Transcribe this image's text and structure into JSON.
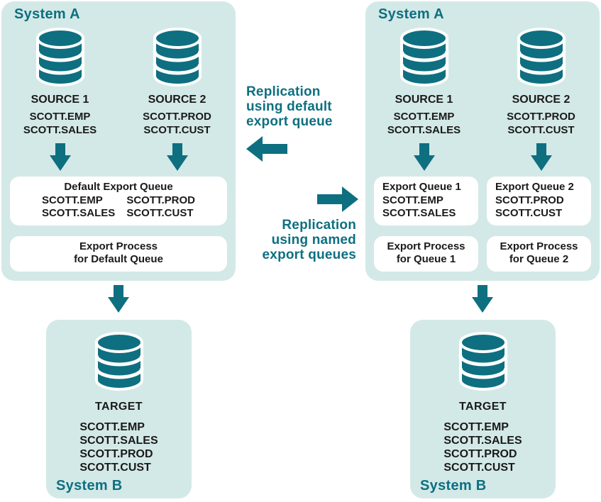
{
  "colors": {
    "teal": "#0e6f80",
    "panel_background": "#d3e9e7",
    "card_background": "#ffffff",
    "text": "#1a1a1a"
  },
  "captions": {
    "default": "Replication\nusing default\nexport queue",
    "named": "Replication\nusing named\nexport queues"
  },
  "left_system_a": {
    "title": "System A",
    "sources": [
      {
        "label": "SOURCE 1",
        "tables": [
          "SCOTT.EMP",
          "SCOTT.SALES"
        ]
      },
      {
        "label": "SOURCE 2",
        "tables": [
          "SCOTT.PROD",
          "SCOTT.CUST"
        ]
      }
    ],
    "queue_box": {
      "title": "Default Export Queue",
      "col1": [
        "SCOTT.EMP",
        "SCOTT.SALES"
      ],
      "col2": [
        "SCOTT.PROD",
        "SCOTT.CUST"
      ]
    },
    "process_box": "Export Process\nfor Default Queue"
  },
  "right_system_a": {
    "title": "System A",
    "sources": [
      {
        "label": "SOURCE 1",
        "tables": [
          "SCOTT.EMP",
          "SCOTT.SALES"
        ]
      },
      {
        "label": "SOURCE 2",
        "tables": [
          "SCOTT.PROD",
          "SCOTT.CUST"
        ]
      }
    ],
    "queue_boxes": [
      {
        "title": "Export Queue 1",
        "tables": [
          "SCOTT.EMP",
          "SCOTT.SALES"
        ]
      },
      {
        "title": "Export Queue 2",
        "tables": [
          "SCOTT.PROD",
          "SCOTT.CUST"
        ]
      }
    ],
    "process_boxes": [
      "Export Process\nfor Queue 1",
      "Export Process\nfor Queue 2"
    ]
  },
  "left_system_b": {
    "title": "System B",
    "target_label": "TARGET",
    "tables": [
      "SCOTT.EMP",
      "SCOTT.SALES",
      "SCOTT.PROD",
      "SCOTT.CUST"
    ]
  },
  "right_system_b": {
    "title": "System B",
    "target_label": "TARGET",
    "tables": [
      "SCOTT.EMP",
      "SCOTT.SALES",
      "SCOTT.PROD",
      "SCOTT.CUST"
    ]
  }
}
